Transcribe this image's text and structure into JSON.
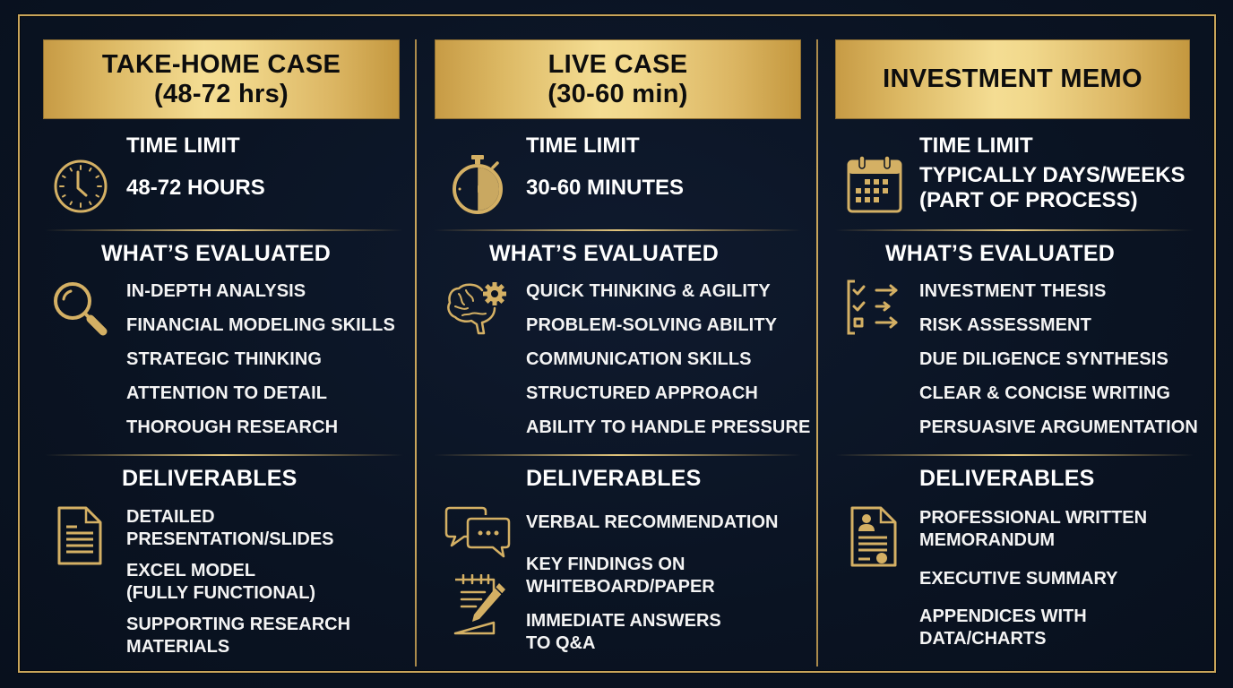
{
  "colors": {
    "background": "#0a1322",
    "gold": "#c9a55a",
    "gold_light": "#f4dd93",
    "text": "#ffffff",
    "header_text": "#0d0d0d"
  },
  "columns": [
    {
      "header": [
        "TAKE-HOME CASE",
        "(48-72 hrs)"
      ],
      "time_limit": {
        "title": "TIME LIMIT",
        "icon": "clock-icon",
        "value": [
          "48-72 HOURS"
        ]
      },
      "evaluated": {
        "title": "WHAT’S EVALUATED",
        "icon": "magnifying-glass-icon",
        "items": [
          "IN-DEPTH ANALYSIS",
          "FINANCIAL MODELING SKILLS",
          "STRATEGIC THINKING",
          "ATTENTION TO DETAIL",
          "THOROUGH RESEARCH"
        ]
      },
      "deliverables": {
        "title": "DELIVERABLES",
        "icons": [
          "document-icon"
        ],
        "items": [
          [
            "DETAILED",
            "PRESENTATION/SLIDES"
          ],
          [
            "EXCEL MODEL",
            "(FULLY FUNCTIONAL)"
          ],
          [
            "SUPPORTING RESEARCH",
            "MATERIALS"
          ]
        ]
      }
    },
    {
      "header": [
        "LIVE CASE",
        "(30-60 min)"
      ],
      "time_limit": {
        "title": "TIME LIMIT",
        "icon": "stopwatch-icon",
        "value": [
          "30-60 MINUTES"
        ]
      },
      "evaluated": {
        "title": "WHAT’S EVALUATED",
        "icon": "brain-gear-icon",
        "items": [
          "QUICK THINKING & AGILITY",
          "PROBLEM-SOLVING ABILITY",
          "COMMUNICATION SKILLS",
          "STRUCTURED APPROACH",
          "ABILITY TO HANDLE PRESSURE"
        ]
      },
      "deliverables": {
        "title": "DELIVERABLES",
        "icons": [
          "chat-bubbles-icon",
          "notepad-pencil-icon"
        ],
        "items": [
          [
            "VERBAL RECOMMENDATION"
          ],
          [
            "KEY FINDINGS ON",
            "WHITEBOARD/PAPER"
          ],
          [
            "IMMEDIATE ANSWERS",
            "TO Q&A"
          ]
        ]
      }
    },
    {
      "header": [
        "INVESTMENT MEMO"
      ],
      "time_limit": {
        "title": "TIME LIMIT",
        "icon": "calendar-icon",
        "value": [
          "TYPICALLY DAYS/WEEKS",
          "(PART OF PROCESS)"
        ]
      },
      "evaluated": {
        "title": "WHAT’S EVALUATED",
        "icon": "checklist-arrows-icon",
        "items": [
          "INVESTMENT THESIS",
          "RISK ASSESSMENT",
          "DUE DILIGENCE SYNTHESIS",
          "CLEAR & CONCISE WRITING",
          "PERSUASIVE ARGUMENTATION"
        ]
      },
      "deliverables": {
        "title": "DELIVERABLES",
        "icons": [
          "memo-document-icon"
        ],
        "items": [
          [
            "PROFESSIONAL WRITTEN",
            "MEMORANDUM"
          ],
          [
            "EXECUTIVE SUMMARY"
          ],
          [
            "APPENDICES WITH",
            "DATA/CHARTS"
          ]
        ]
      }
    }
  ]
}
